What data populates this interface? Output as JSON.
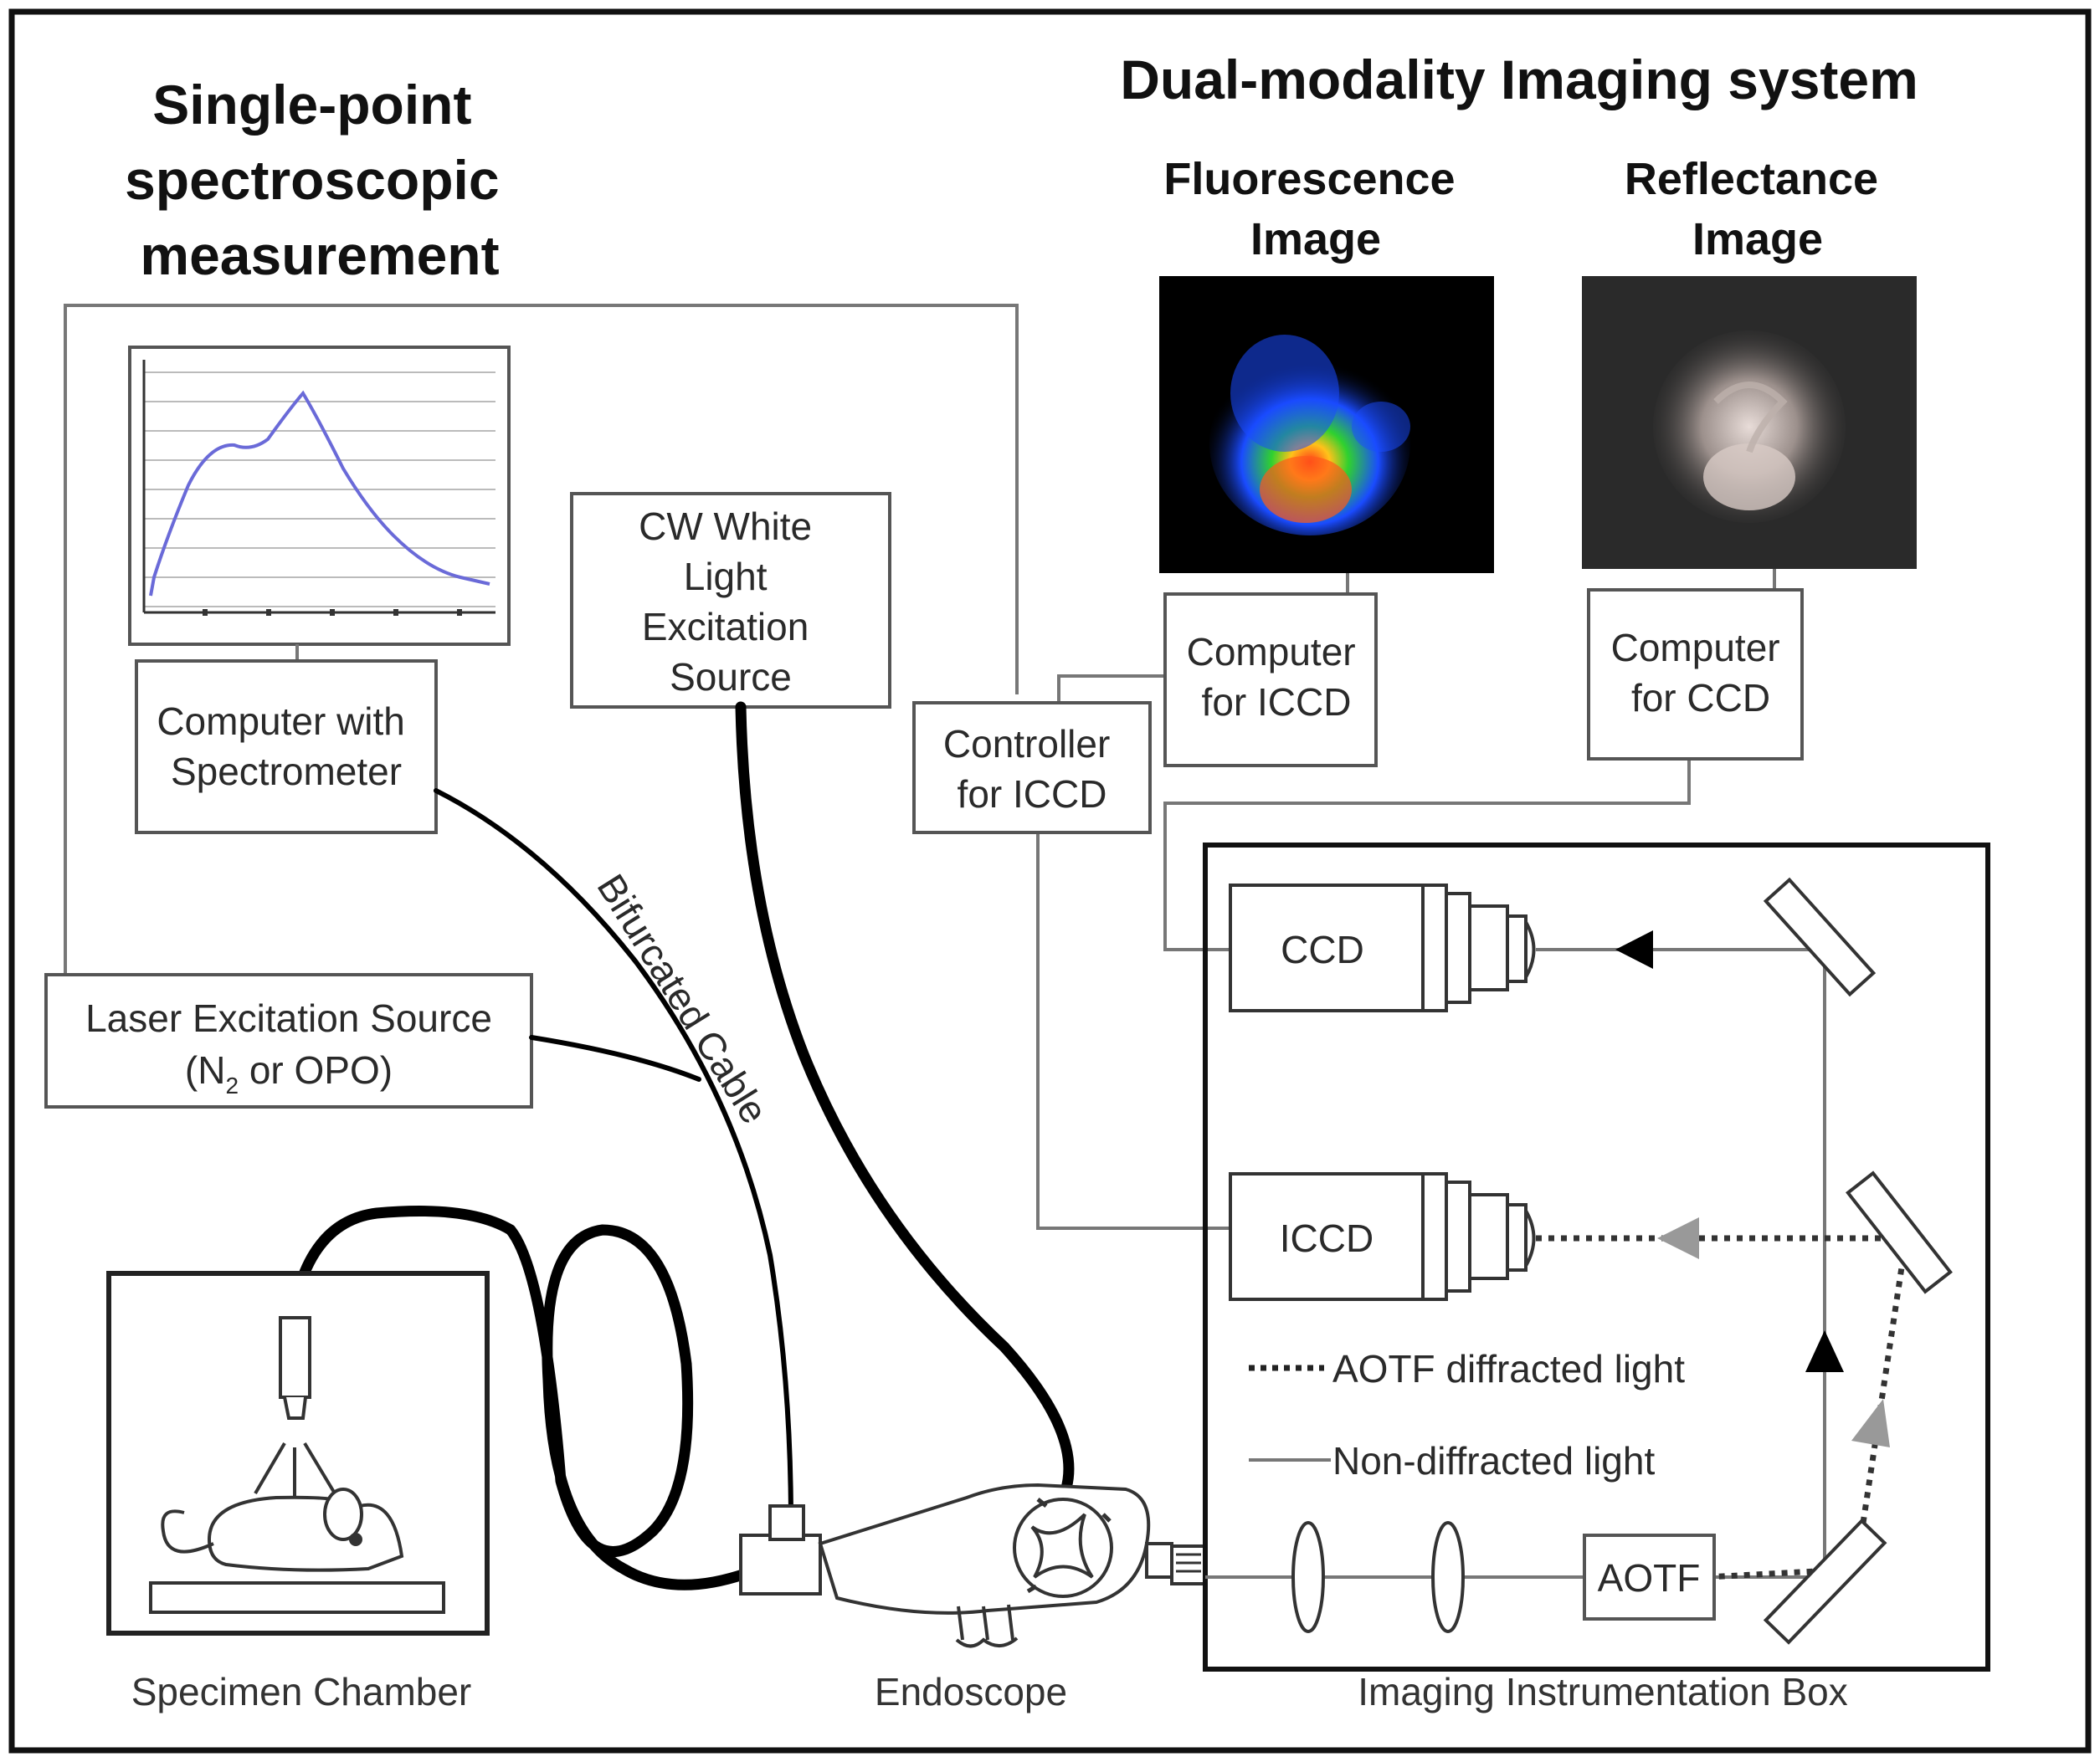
{
  "left_heading": [
    "Single-point",
    "spectroscopic",
    "measurement"
  ],
  "right_heading": "Dual-modality Imaging system",
  "fluorescence_image_title": [
    "Fluorescence",
    "Image"
  ],
  "reflectance_image_title": [
    "Reflectance",
    "Image"
  ],
  "boxes": {
    "computer_spectrometer": [
      "Computer with",
      "Spectrometer"
    ],
    "cw_source": [
      "CW White",
      "Light",
      "Excitation",
      "Source"
    ],
    "controller_iccd": [
      "Controller",
      "for ICCD"
    ],
    "computer_iccd": [
      "Computer",
      "for ICCD"
    ],
    "computer_ccd": [
      "Computer",
      "for CCD"
    ],
    "laser_source": "Laser Excitation Source",
    "laser_source_sub_prefix": "(N",
    "laser_source_sub_subscript": "2",
    "laser_source_sub_suffix": " or OPO)",
    "ccd": "CCD",
    "iccd": "ICCD",
    "aotf": "AOTF"
  },
  "cable_label": "Bifurcated Cable",
  "legend": {
    "dotted": "AOTF diffracted light",
    "solid": "Non-diffracted light"
  },
  "captions": {
    "specimen_chamber": "Specimen Chamber",
    "endoscope": "Endoscope",
    "imaging_box": "Imaging Instrumentation Box"
  },
  "colors": {
    "spectrum_line": "#6a6ad8",
    "gray_arrow": "#999999",
    "black_arrow": "#000000"
  }
}
